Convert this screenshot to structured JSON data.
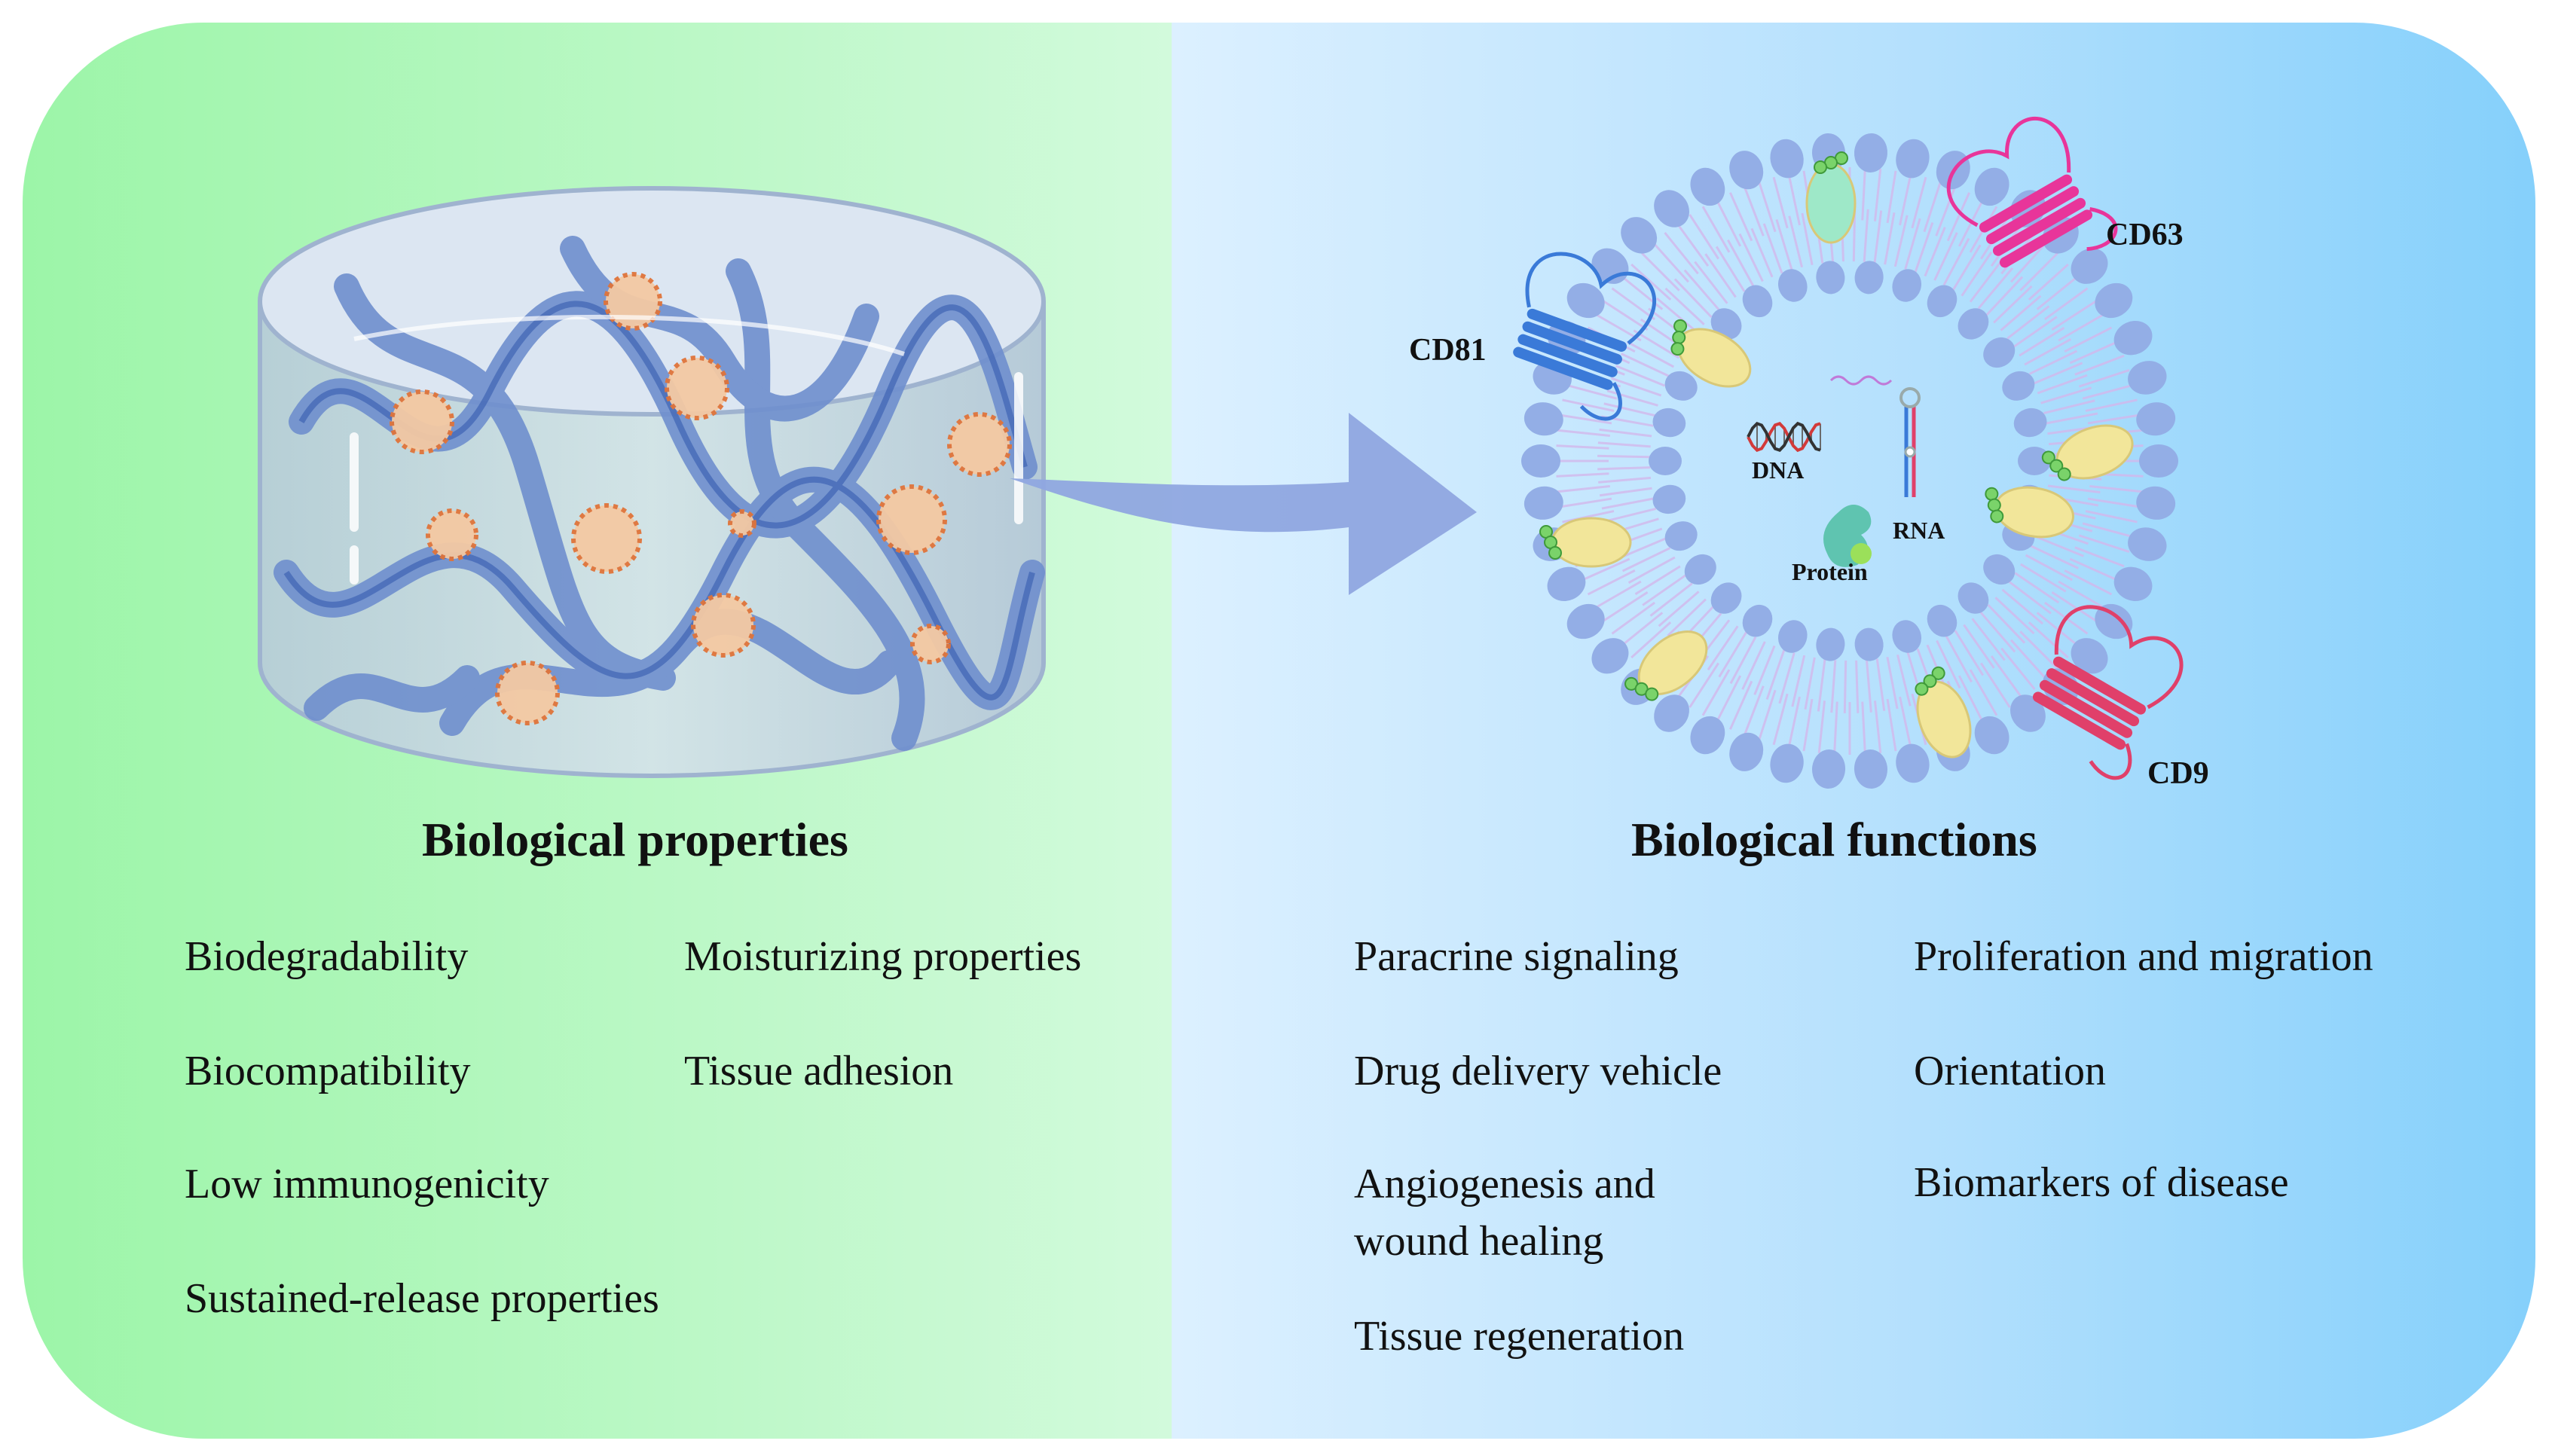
{
  "colors": {
    "left_panel_start": "#9cf5a8",
    "left_panel_end": "#d2fadc",
    "right_panel_start": "#dcf0ff",
    "right_panel_end": "#85d0fb",
    "hydrogel_fiber": "#6f8fce",
    "vesicle_dot": "#e0743a",
    "arrow": "#8fa6e0",
    "membrane_head": "#93aee6",
    "cd63": "#e8359a",
    "cd81": "#3a7ad8",
    "cd9": "#e0406a",
    "cargo": "#f2e69a",
    "cargo_dot": "#7ad36a"
  },
  "icons": [
    "hydrogel-cylinder-icon",
    "exosome-membrane-icon",
    "dna-helix-icon",
    "rna-hairpin-icon",
    "protein-icon",
    "tetraspanin-icon"
  ],
  "exosome": {
    "labels": {
      "cd63": "CD63",
      "cd81": "CD81",
      "cd9": "CD9",
      "dna": "DNA",
      "rna": "RNA",
      "protein": "Protein"
    }
  },
  "left": {
    "heading": "Biological properties",
    "col1": [
      "Biodegradability",
      "Biocompatibility",
      "Low immunogenicity",
      "Sustained-release properties"
    ],
    "col2": [
      "Moisturizing properties",
      "Tissue adhesion"
    ]
  },
  "right": {
    "heading": "Biological functions",
    "col1": [
      "Paracrine signaling",
      "Drug delivery vehicle",
      "Angiogenesis and",
      "wound healing",
      "Tissue regeneration"
    ],
    "col2": [
      "Proliferation and migration",
      "Orientation",
      "Biomarkers of disease"
    ]
  }
}
